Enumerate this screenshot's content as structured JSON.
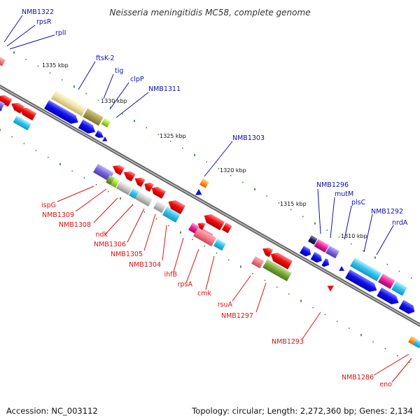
{
  "title": "Neisseria meningitidis MC58, complete genome",
  "footer": {
    "accession": "Accession: NC_003112",
    "topology": "Topology: circular; Length: 2,272,360 bp; Genes: 2,134"
  },
  "colors": {
    "forward_label": "#1010aa",
    "reverse_label": "#dd1111",
    "backbone": "#777777",
    "tick": "#2a7a2a"
  },
  "kbp_labels": [
    "1335 kbp",
    "1330 kbp",
    "1325 kbp",
    "1320 kbp",
    "1315 kbp",
    "1310 kbp"
  ],
  "forward_labels": [
    "NMB1322",
    "rpsR",
    "rplI",
    "ftsK-2",
    "tig",
    "clpP",
    "NMB1311",
    "NMB1303",
    "NMB1296",
    "mutM",
    "plsC",
    "NMB1292",
    "nrdA"
  ],
  "reverse_labels": [
    "ispG",
    "NMB1309",
    "NMB1308",
    "ndk",
    "NMB1306",
    "NMB1305",
    "NMB1304",
    "ihfB",
    "rpsA",
    "cmk",
    "rsuA",
    "NMB1297",
    "NMB1293",
    "NMB1286",
    "eno"
  ]
}
